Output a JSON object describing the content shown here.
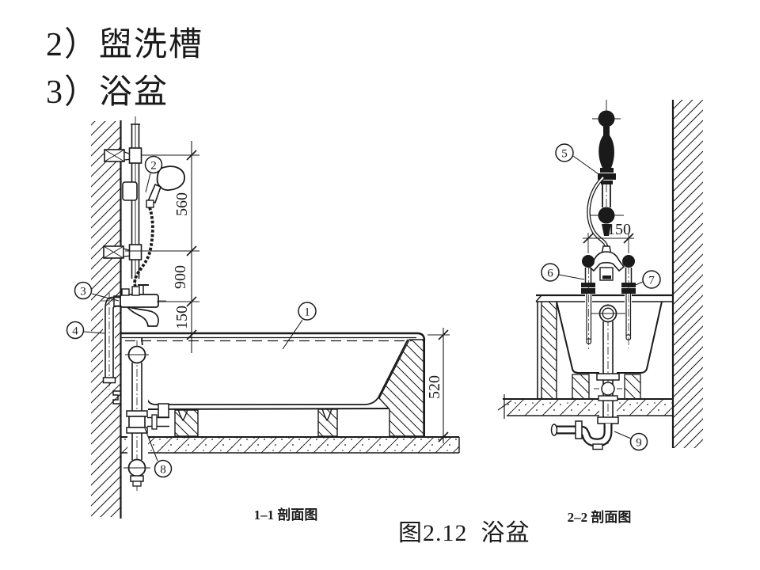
{
  "slide": {
    "title_line1": "2）盥洗槽",
    "title_line2": "3）浴盆",
    "figure_caption": "图2.12  浴盆",
    "ink_color": "#1a1a1a",
    "background_color": "#ffffff"
  },
  "left_section": {
    "caption": "1–1 剖面图",
    "dims": {
      "d560": "560",
      "d900": "900",
      "d150": "150",
      "d520": "520"
    },
    "labels": {
      "l1": "1",
      "l2": "2",
      "l3": "3",
      "l4": "4",
      "l8": "8"
    }
  },
  "right_section": {
    "caption": "2–2 剖面图",
    "dims": {
      "d150": "150"
    },
    "labels": {
      "l5": "5",
      "l6": "6",
      "l7": "7",
      "l9": "9"
    }
  }
}
